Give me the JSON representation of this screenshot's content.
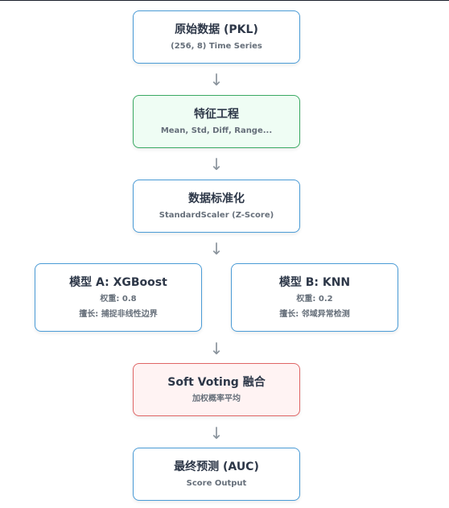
{
  "nodes": {
    "raw_data": {
      "title": "原始数据 (PKL)",
      "subtitle": "(256, 8) Time Series"
    },
    "feature_engineering": {
      "title": "特征工程",
      "subtitle": "Mean, Std, Diff, Range..."
    },
    "standardization": {
      "title": "数据标准化",
      "subtitle": "StandardScaler (Z-Score)"
    },
    "model_a": {
      "title": "模型 A: XGBoost",
      "weight": "权重: 0.8",
      "strength": "擅长: 捕捉非线性边界"
    },
    "model_b": {
      "title": "模型 B: KNN",
      "weight": "权重: 0.2",
      "strength": "擅长: 邻域异常检测"
    },
    "soft_voting": {
      "title": "Soft Voting 融合",
      "subtitle": "加权概率平均"
    },
    "final": {
      "title": "最终预测 (AUC)",
      "subtitle": "Score Output"
    }
  },
  "arrow_glyph": "↓",
  "colors": {
    "default_border": "#4a9bd6",
    "feature_bg": "#effdf4",
    "feature_border": "#3aaa63",
    "voting_bg": "#fff3f3",
    "voting_border": "#e06666"
  }
}
